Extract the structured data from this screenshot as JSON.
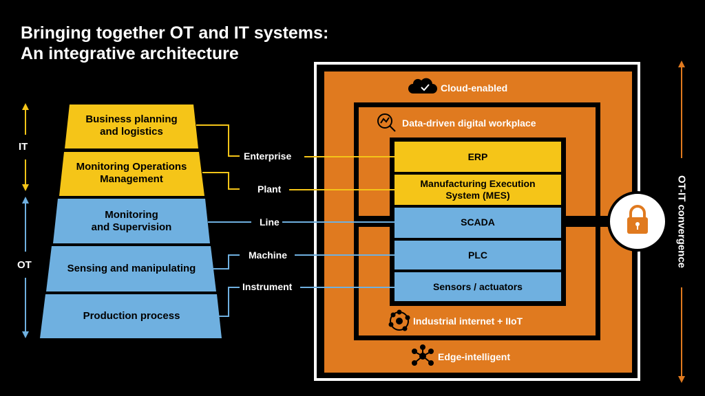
{
  "title": {
    "line1": "Bringing together OT and IT systems:",
    "line2": "An integrative architecture"
  },
  "pyramid": {
    "layers": [
      {
        "line1": "Business planning",
        "line2": "and logistics",
        "color": "#F5C518"
      },
      {
        "line1": "Monitoring Operations",
        "line2": "Management",
        "color": "#F5C518"
      },
      {
        "line1": "Monitoring",
        "line2": "and Supervision",
        "color": "#6FB0E0"
      },
      {
        "line1": "Sensing and manipulating",
        "line2": "",
        "color": "#6FB0E0"
      },
      {
        "line1": "Production process",
        "line2": "",
        "color": "#6FB0E0"
      }
    ],
    "it_label": "IT",
    "ot_label": "OT"
  },
  "levels": [
    "Enterprise",
    "Plant",
    "Line",
    "Machine",
    "Instrument"
  ],
  "zones": {
    "cloud": "Cloud-enabled",
    "workplace": "Data-driven digital workplace",
    "iiot": "Industrial internet + IIoT",
    "edge": "Edge-intelligent"
  },
  "stack": [
    {
      "line1": "ERP",
      "line2": "",
      "color": "#F5C518"
    },
    {
      "line1": "Manufacturing Execution",
      "line2": "System (MES)",
      "color": "#F5C518"
    },
    {
      "line1": "SCADA",
      "line2": "",
      "color": "#6FB0E0"
    },
    {
      "line1": "PLC",
      "line2": "",
      "color": "#6FB0E0"
    },
    {
      "line1": "Sensors / actuators",
      "line2": "",
      "color": "#6FB0E0"
    }
  ],
  "convergence": "OT-IT convergence",
  "colors": {
    "orange": "#E07A1F",
    "yellow": "#F5C518",
    "blue": "#6FB0E0",
    "white": "#FFFFFF",
    "black": "#000000"
  },
  "icons": {
    "cloud": "cloud-check-icon",
    "workplace": "analytics-magnifier-icon",
    "iiot": "network-nodes-icon",
    "edge": "hub-nodes-icon",
    "lock": "lock-icon"
  }
}
